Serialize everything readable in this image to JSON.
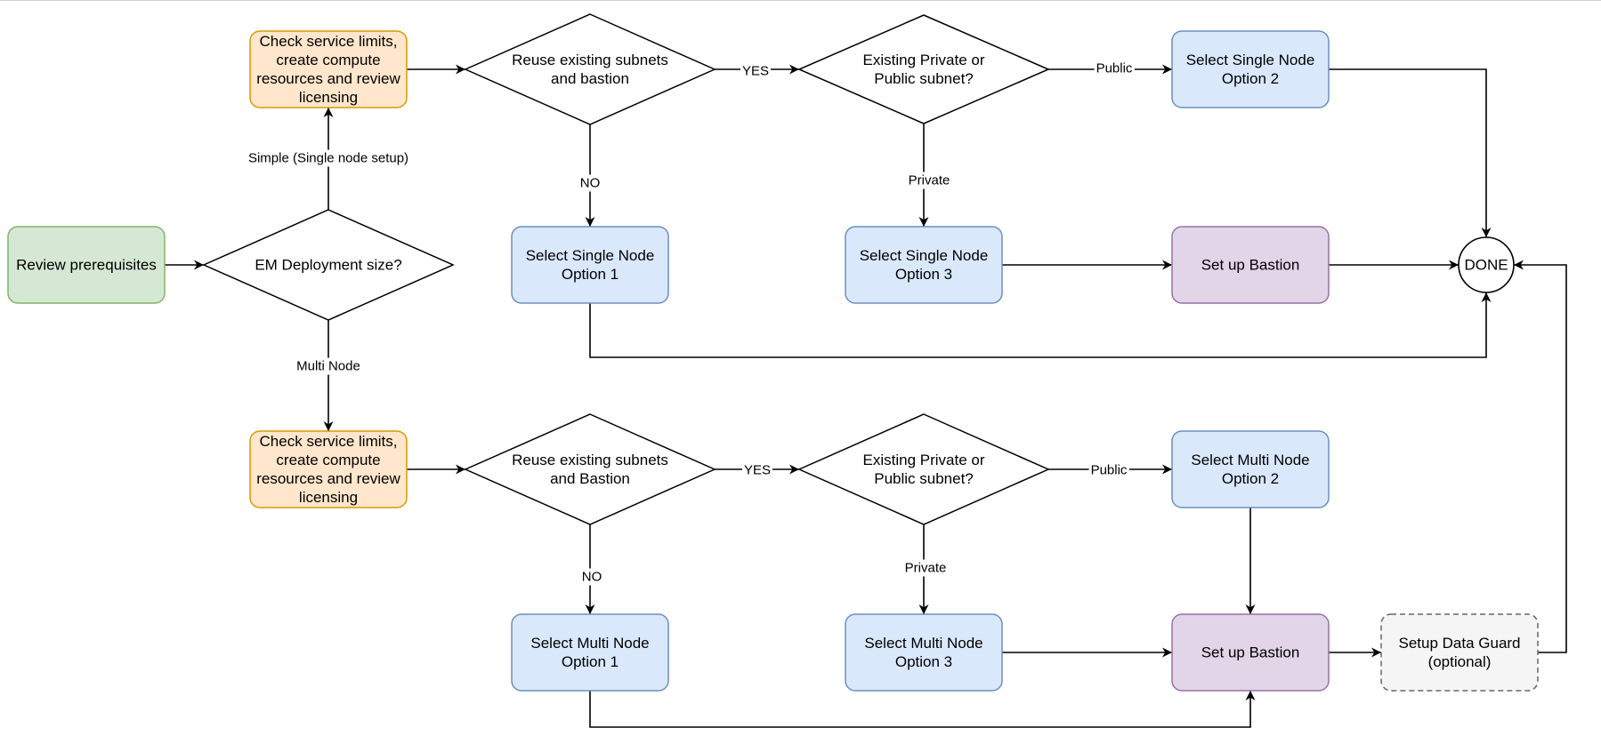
{
  "nodes": {
    "review_prerequisites": {
      "lines": [
        "Review prerequisites"
      ],
      "fill": "#d5e8d4",
      "stroke": "#82b366"
    },
    "em_deployment_size": {
      "lines": [
        "EM Deployment size?"
      ]
    },
    "check_limits_single": {
      "lines": [
        "Check service limits,",
        "create compute",
        "resources and review",
        "licensing"
      ],
      "fill": "#ffe6cc",
      "stroke": "#d79b00"
    },
    "reuse_subnets_single": {
      "lines": [
        "Reuse existing subnets",
        "and bastion"
      ]
    },
    "existing_subnet_single": {
      "lines": [
        "Existing Private or",
        "Public subnet?"
      ]
    },
    "single_node_option_1": {
      "lines": [
        "Select Single Node",
        "Option 1"
      ],
      "fill": "#dae8fc",
      "stroke": "#6c8ebf"
    },
    "single_node_option_2": {
      "lines": [
        "Select Single Node",
        "Option 2"
      ],
      "fill": "#dae8fc",
      "stroke": "#6c8ebf"
    },
    "single_node_option_3": {
      "lines": [
        "Select Single Node",
        "Option 3"
      ],
      "fill": "#dae8fc",
      "stroke": "#6c8ebf"
    },
    "set_up_bastion_single": {
      "lines": [
        "Set up Bastion"
      ],
      "fill": "#e1d5e7",
      "stroke": "#9673a6"
    },
    "done": {
      "lines": [
        "DONE"
      ]
    },
    "check_limits_multi": {
      "lines": [
        "Check service limits,",
        "create compute",
        "resources and review",
        "licensing"
      ],
      "fill": "#ffe6cc",
      "stroke": "#d79b00"
    },
    "reuse_subnets_multi": {
      "lines": [
        "Reuse existing subnets",
        "and Bastion"
      ]
    },
    "existing_subnet_multi": {
      "lines": [
        "Existing Private or",
        "Public subnet?"
      ]
    },
    "multi_node_option_1": {
      "lines": [
        "Select Multi Node",
        "Option 1"
      ],
      "fill": "#dae8fc",
      "stroke": "#6c8ebf"
    },
    "multi_node_option_2": {
      "lines": [
        "Select Multi Node",
        "Option 2"
      ],
      "fill": "#dae8fc",
      "stroke": "#6c8ebf"
    },
    "multi_node_option_3": {
      "lines": [
        "Select Multi Node",
        "Option 3"
      ],
      "fill": "#dae8fc",
      "stroke": "#6c8ebf"
    },
    "set_up_bastion_multi": {
      "lines": [
        "Set up Bastion"
      ],
      "fill": "#e1d5e7",
      "stroke": "#9673a6"
    },
    "setup_data_guard": {
      "lines": [
        "Setup Data Guard",
        "(optional)"
      ],
      "fill": "#f5f5f5",
      "stroke": "#666666",
      "text_color": "#333333"
    }
  },
  "edge_labels": {
    "simple": "Simple (Single node setup)",
    "multi_node": "Multi Node",
    "yes_single": "YES",
    "yes_multi": "YES",
    "no_single": "NO",
    "no_multi": "NO",
    "public_single": "Public",
    "public_multi": "Public",
    "private_single": "Private",
    "private_multi": "Private"
  }
}
